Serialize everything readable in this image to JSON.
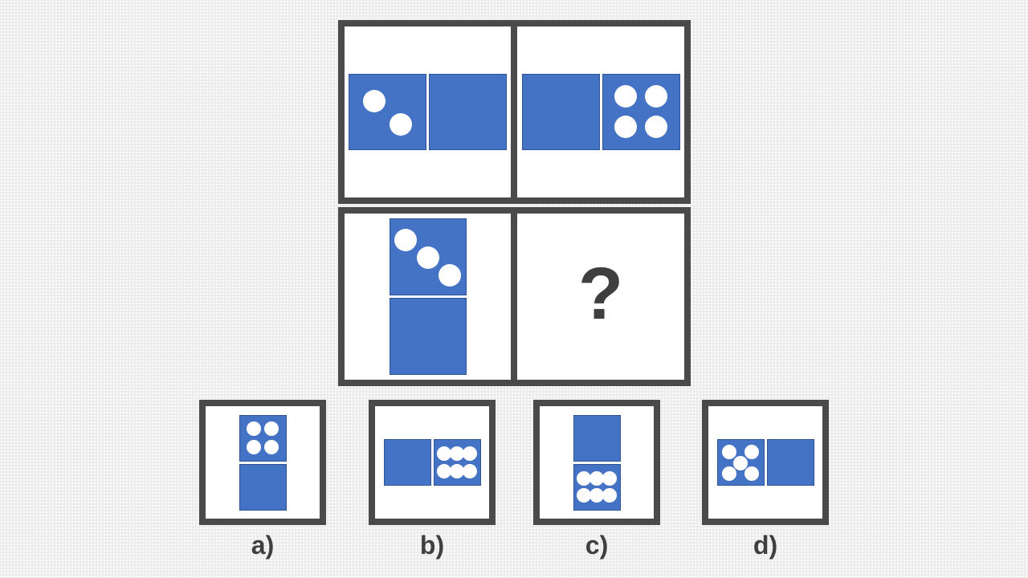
{
  "colors": {
    "background": "#ECECEC",
    "frame": "#4A4A4A",
    "domino-fill": "#4472C4",
    "domino-border": "#2F5496",
    "pip-color": "#FFFFFF",
    "text": "#3F3F3F"
  },
  "puzzle": {
    "cells": [
      {
        "name": "top-left",
        "domino": {
          "orientation": "horizontal",
          "halves": [
            {
              "pips": 2
            },
            {
              "pips": 0
            }
          ]
        }
      },
      {
        "name": "top-right",
        "domino": {
          "orientation": "horizontal",
          "halves": [
            {
              "pips": 0
            },
            {
              "pips": 4
            }
          ]
        }
      },
      {
        "name": "bottom-left",
        "domino": {
          "orientation": "vertical",
          "halves": [
            {
              "pips": 3
            },
            {
              "pips": 0
            }
          ]
        }
      },
      {
        "name": "bottom-right",
        "question_mark": "?"
      }
    ]
  },
  "options": [
    {
      "label": "a)",
      "domino": {
        "orientation": "vertical",
        "halves": [
          {
            "pips": 4
          },
          {
            "pips": 0
          }
        ]
      }
    },
    {
      "label": "b)",
      "domino": {
        "orientation": "horizontal",
        "halves": [
          {
            "pips": 0
          },
          {
            "pips": 6
          }
        ]
      }
    },
    {
      "label": "c)",
      "domino": {
        "orientation": "vertical",
        "halves": [
          {
            "pips": 0
          },
          {
            "pips": 6
          }
        ]
      }
    },
    {
      "label": "d)",
      "domino": {
        "orientation": "horizontal",
        "halves": [
          {
            "pips": 5
          },
          {
            "pips": 0
          }
        ]
      }
    }
  ]
}
